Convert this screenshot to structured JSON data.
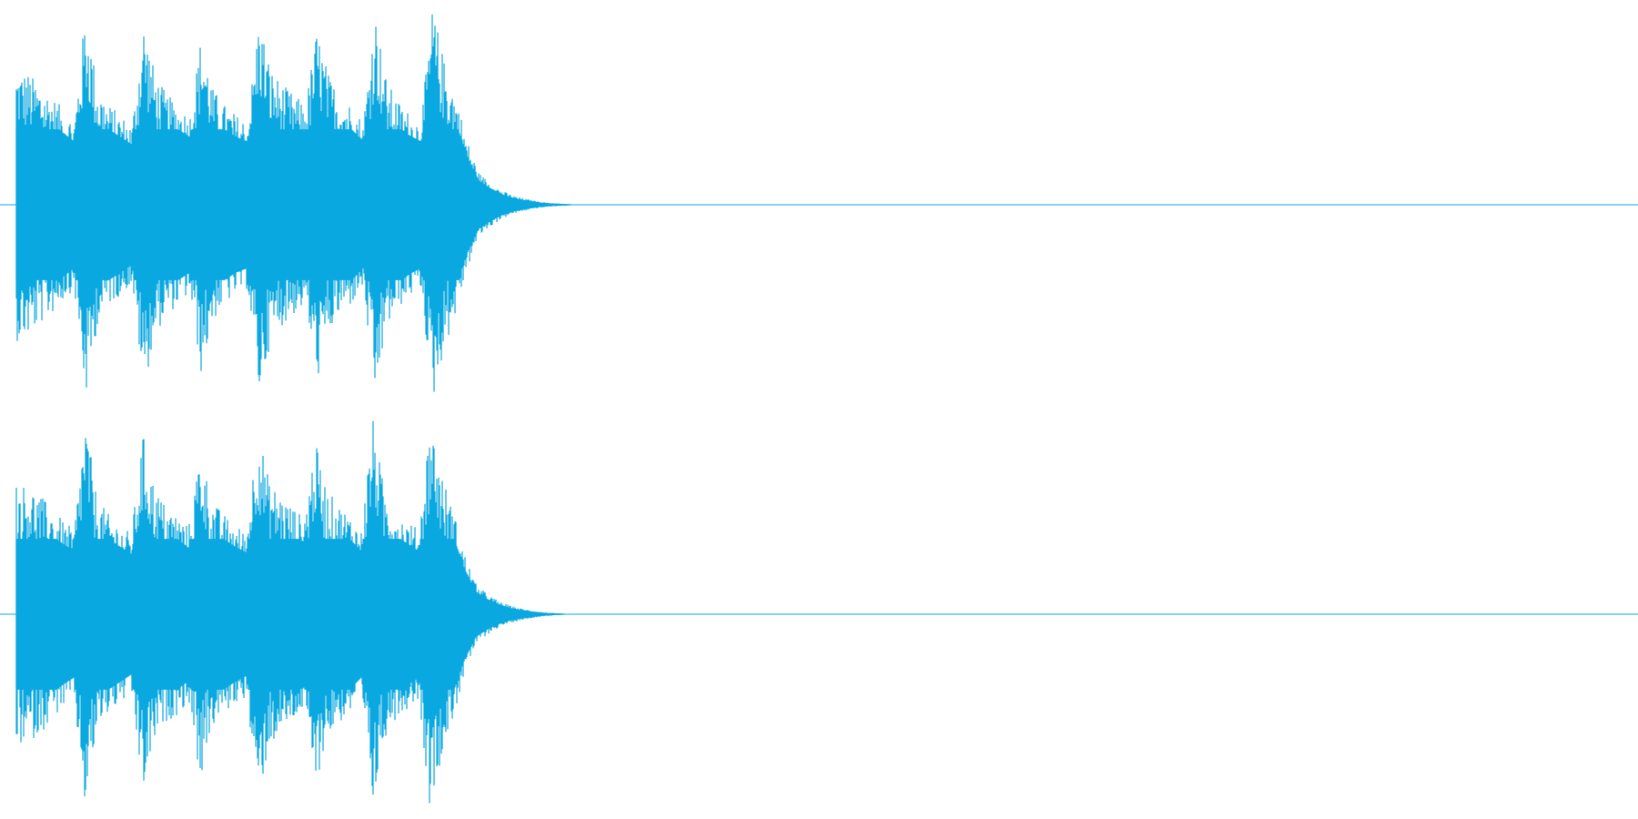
{
  "waveform": {
    "color": "#0aa8e0",
    "background": "#ffffff",
    "channel_count": 2,
    "channels": [
      {
        "name": "",
        "sound_end_fraction": 0.317,
        "envelope": [
          0.68,
          0.66,
          0.6,
          0.55,
          0.48,
          0.42,
          0.98,
          0.6,
          0.5,
          0.45,
          0.4,
          0.92,
          0.65,
          0.55,
          0.5,
          0.45,
          0.85,
          0.58,
          0.5,
          0.45,
          0.42,
          0.95,
          0.68,
          0.6,
          0.55,
          0.5,
          0.88,
          0.65,
          0.55,
          0.5,
          0.42,
          0.98,
          0.62,
          0.52,
          0.46,
          0.42,
          0.99,
          0.72,
          0.55,
          0.32,
          0.16,
          0.11,
          0.07,
          0.045,
          0.03,
          0.018,
          0.01,
          0.006,
          0.003,
          0.0
        ]
      },
      {
        "name": "",
        "sound_end_fraction": 0.315,
        "envelope": [
          0.66,
          0.64,
          0.6,
          0.53,
          0.47,
          0.42,
          0.98,
          0.58,
          0.5,
          0.45,
          0.4,
          0.9,
          0.64,
          0.54,
          0.5,
          0.44,
          0.83,
          0.57,
          0.5,
          0.45,
          0.41,
          0.94,
          0.66,
          0.6,
          0.54,
          0.48,
          0.86,
          0.62,
          0.55,
          0.5,
          0.42,
          0.98,
          0.62,
          0.52,
          0.47,
          0.42,
          0.98,
          0.7,
          0.52,
          0.3,
          0.15,
          0.1,
          0.065,
          0.042,
          0.028,
          0.017,
          0.009,
          0.005,
          0.002,
          0.0
        ]
      }
    ]
  }
}
